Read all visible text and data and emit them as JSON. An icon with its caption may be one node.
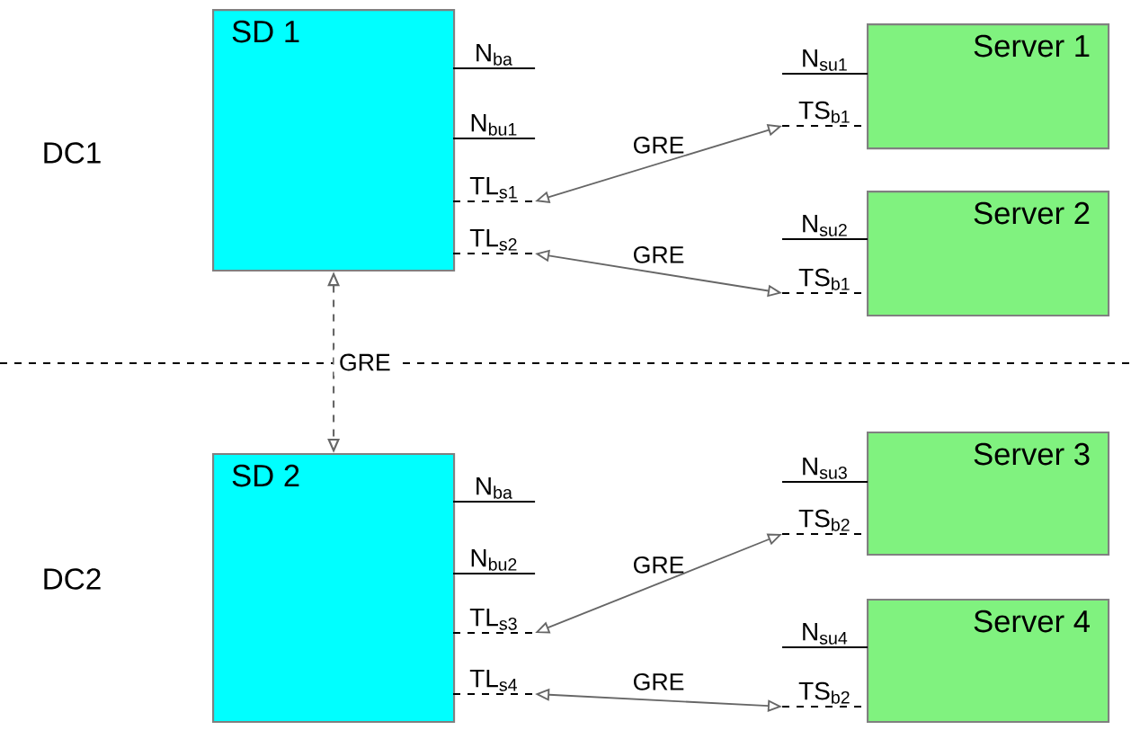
{
  "diagram": {
    "nodes": [
      {
        "text": [
          "SD 1"
        ]
      },
      {
        "text": [
          "N$_{ba}$"
        ]
      },
      {
        "text": [
          "N$_{bu1}$"
        ]
      },
      {
        "text": [
          "TL$_{s1}$"
        ]
      },
      {
        "text": [
          "TL$_{s2}$"
        ]
      },
      {
        "text": [
          "Server 1"
        ]
      },
      {
        "text": [
          "N$_{su1}$"
        ]
      },
      {
        "text": [
          "TS$_{b1}$"
        ]
      },
      {
        "text": [
          "Server 2"
        ]
      },
      {
        "text": [
          "N$_{su2}$"
        ]
      },
      {
        "text": [
          "TS$_{b1}$"
        ]
      },
      {
        "text": [
          "SD 2"
        ]
      },
      {
        "text": [
          "N$_{ba}$"
        ]
      },
      {
        "text": [
          "N$_{bu2}$"
        ]
      },
      {
        "text": [
          "TL$_{s3}$"
        ]
      },
      {
        "text": [
          "TL$_{s4}$"
        ]
      },
      {
        "text": [
          "Server 3"
        ]
      },
      {
        "text": [
          "N$_{su3}$"
        ]
      },
      {
        "text": [
          "TS$_{b2}$"
        ]
      },
      {
        "text": [
          "Server 4"
        ]
      },
      {
        "text": [
          "N$_{su4}$"
        ]
      },
      {
        "text": [
          "TS$_{b2}$"
        ]
      }
    ],
    "edges": [
      {
        "from": 3,
        "to": 7,
        "arrow": "both",
        "label": "GRE"
      },
      {
        "from": 4,
        "to": 10,
        "arrow": "both",
        "label": "GRE"
      },
      {
        "from": 0,
        "to": 11,
        "arrow": "both",
        "label": "GRE",
        "style": "dashed"
      },
      {
        "from": 14,
        "to": 18,
        "arrow": "both",
        "label": "GRE"
      },
      {
        "from": 15,
        "to": 21,
        "arrow": "both",
        "label": "GRE"
      }
    ],
    "labels": [
      "DC1",
      "DC2"
    ]
  }
}
